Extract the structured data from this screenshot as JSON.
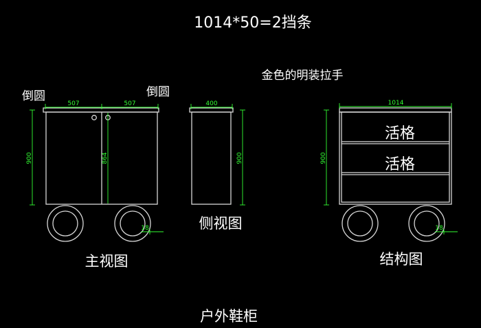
{
  "header": {
    "title": "1014*50=2挡条"
  },
  "notes": {
    "handle": "金色的明装拉手",
    "round_left": "倒圆",
    "round_right": "倒圆"
  },
  "views": {
    "front": {
      "label": "主视图",
      "dim_left": "507",
      "dim_right": "507",
      "dim_height": "900",
      "dim_inner": "864",
      "dim_wheel": "18"
    },
    "side": {
      "label": "侧视图",
      "dim_width": "400",
      "dim_height": "900"
    },
    "structure": {
      "label": "结构图",
      "dim_width": "1014",
      "dim_height": "900",
      "dim_wheel": "18",
      "shelf1": "活格",
      "shelf2": "活格"
    }
  },
  "footer": {
    "caption": "户外鞋柜"
  },
  "colors": {
    "background": "#000000",
    "outline": "#d8d8d8",
    "dimension": "#33ff33",
    "text": "#ffffff"
  }
}
